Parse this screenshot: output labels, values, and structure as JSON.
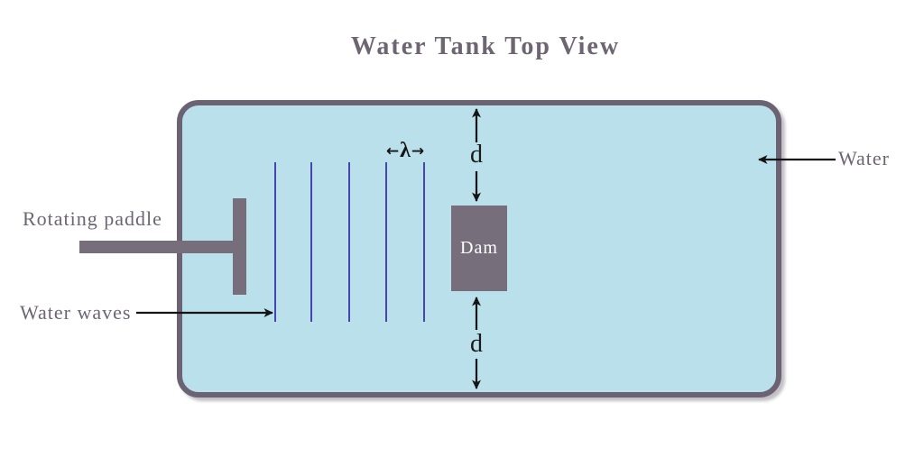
{
  "title": "Water Tank Top View",
  "labels": {
    "rotating_paddle": "Rotating paddle",
    "water_waves": "Water waves",
    "water": "Water",
    "dam": "Dam",
    "wavelength": "λ",
    "wavelength_arrow_left": "←",
    "wavelength_arrow_right": "→",
    "distance": "d"
  },
  "colors": {
    "water-fill": "#b9e0eb",
    "tank-border": "#6b6372",
    "structure-gray": "#766f7b",
    "wave-line": "#4745b0",
    "label-text": "#6e6573",
    "arrow-black": "#141414",
    "dam-text": "#ffffff"
  },
  "diagram": {
    "wave_count": 5,
    "description": "Top view of a water tank: a rotating paddle generates plane water waves of wavelength λ that travel toward a dam; the dam is separated from the tank walls by gaps of width d above and below."
  }
}
